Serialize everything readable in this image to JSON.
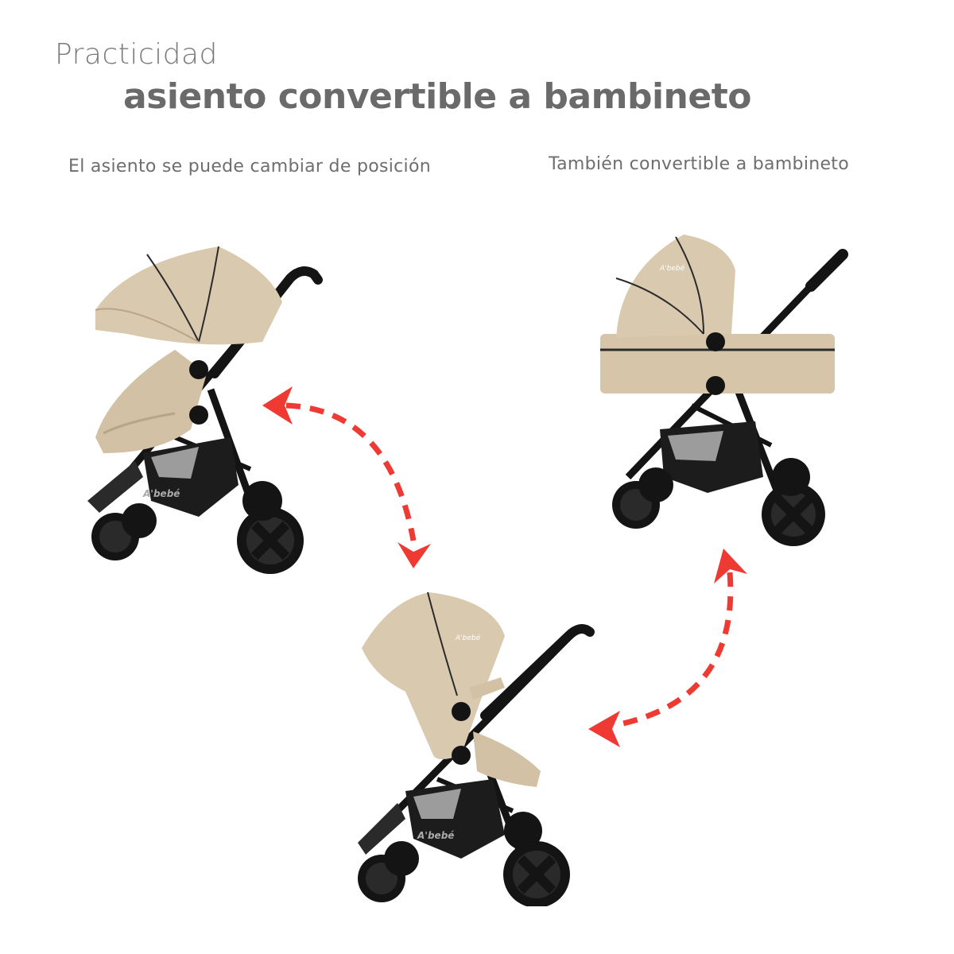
{
  "header": {
    "kicker": "Practicidad",
    "headline": "asiento convertible a bambineto"
  },
  "captions": {
    "left": "El asiento se puede cambiar de posición",
    "right": "También convertible a bambineto"
  },
  "brand": {
    "logo_text": "A'bebé"
  },
  "images": [
    {
      "id": "stroller-seat-forward",
      "label": "Carriola con asiento hacia adelante"
    },
    {
      "id": "stroller-bassinet",
      "label": "Carriola convertida a bambineto"
    },
    {
      "id": "stroller-seat-reversed",
      "label": "Carriola con asiento invertido"
    }
  ],
  "colors": {
    "fabric": "#d9c9ae",
    "fabric_shade": "#c8b597",
    "frame": "#141414",
    "arrow": "#ee3a33",
    "text": "#6a6a6a"
  }
}
